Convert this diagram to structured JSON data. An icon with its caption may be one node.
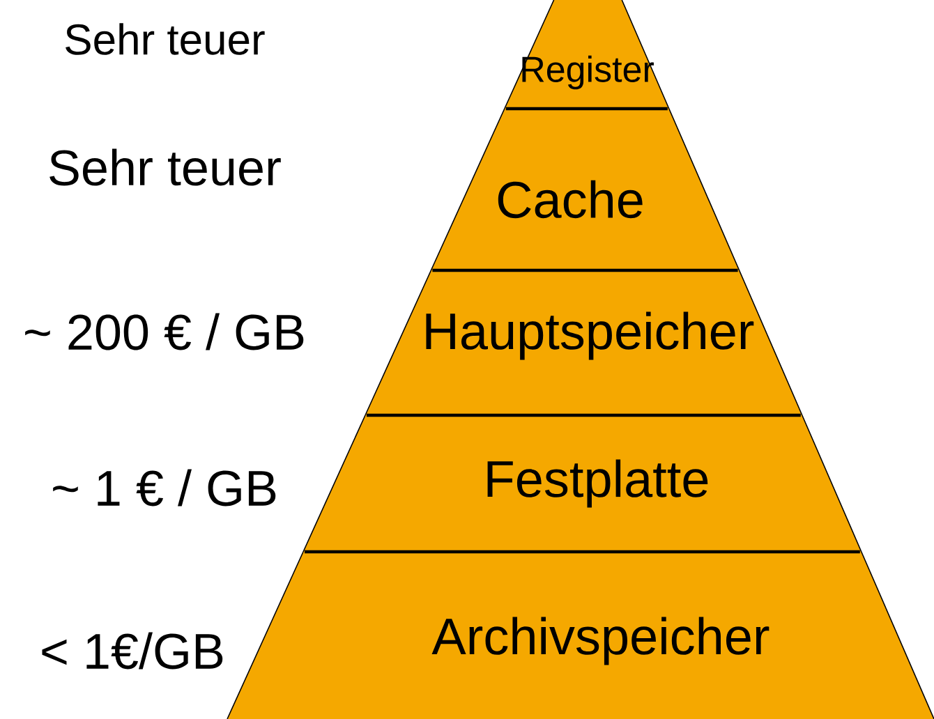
{
  "diagram": {
    "nodes": [
      {
        "text": [
          "Register"
        ]
      },
      {
        "text": [
          "Cache"
        ]
      },
      {
        "text": [
          "Hauptspeicher"
        ]
      },
      {
        "text": [
          "Festplatte"
        ]
      },
      {
        "text": [
          "Archivspeicher"
        ]
      }
    ],
    "labels": [
      "Sehr teuer",
      "Sehr teuer",
      "~ 200 € / GB",
      "~ 1 € / GB",
      "< 1€/GB"
    ]
  }
}
